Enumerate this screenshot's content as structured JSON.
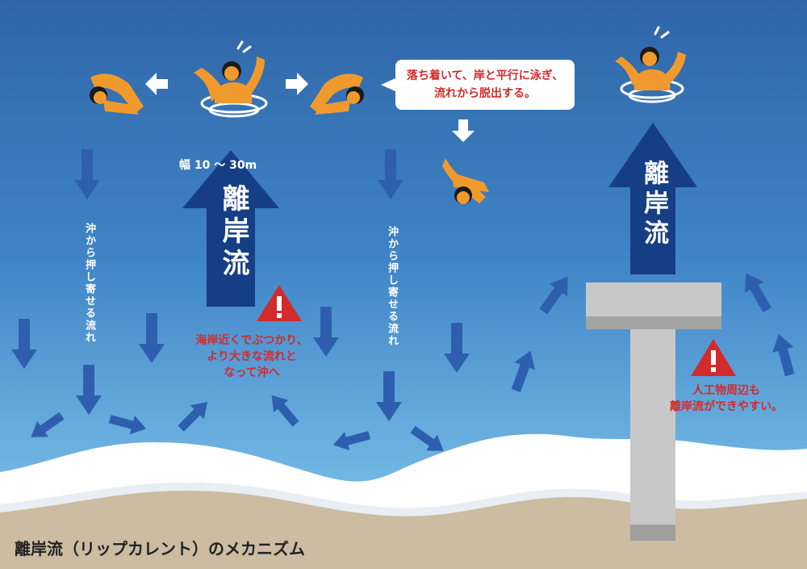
{
  "colors": {
    "sea_top": "#2f66a8",
    "sea_bottom": "#7fc6ee",
    "arrow": "#2e5fae",
    "big_arrow": "#163e84",
    "swimmer": "#f09a2d",
    "sand": "#cbbca2",
    "jetty": "#c8c8c8",
    "warning": "#d32b2b"
  },
  "labels": {
    "width": "幅 10 ～ 30m",
    "rip_current_left": "離岸流",
    "rip_current_right": "離岸流",
    "onshore_flow_left": "沖から押し寄せる流れ",
    "onshore_flow_right": "沖から押し寄せる流れ",
    "warning_center": "海岸近くでぶつかり、\nより大きな流れと\nなって沖へ",
    "warning_right": "人工物周辺も\n離岸流ができやすい。",
    "advice_bubble": "落ち着いて、岸と平行に泳ぎ、\n流れから脱出する。",
    "caption": "離岸流（リップカレント）のメカニズム"
  },
  "icons": [
    "swimmer-icon",
    "drowning-swimmer-icon",
    "warning-icon",
    "arrow-icon"
  ]
}
